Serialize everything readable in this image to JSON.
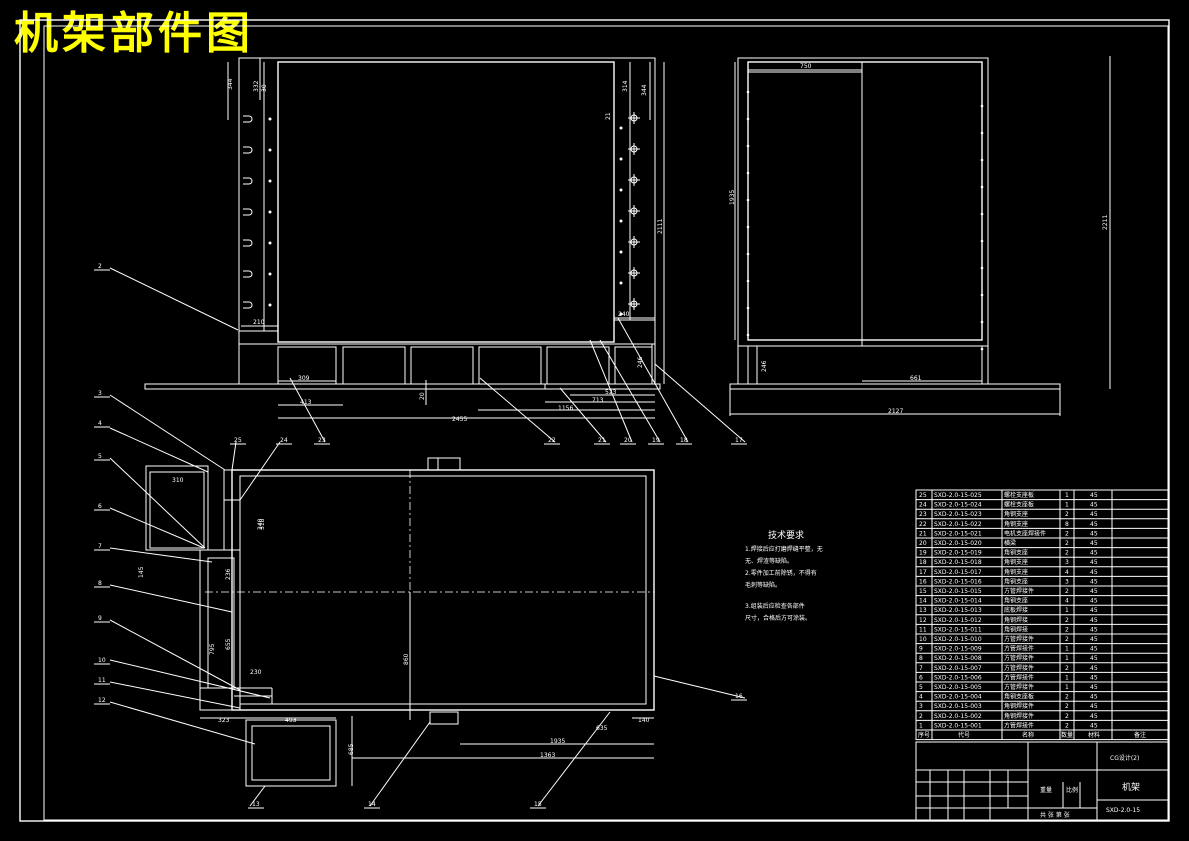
{
  "drawing_title": "机架部件图",
  "tech_requirements": {
    "heading": "技术要求",
    "lines": [
      "1.焊接后应打磨焊缝平整，无",
      "无、焊渣等缺陷。",
      "2.零件加工前除锈，不得有",
      "毛刺等缺陷。",
      "3.组装后应检查各部件",
      "尺寸，合格后方可涂装。"
    ]
  },
  "front_dims": {
    "d344a": "344",
    "d332": "332",
    "d30": "30",
    "d210": "210",
    "d309": "309",
    "d413": "413",
    "d2455": "2455",
    "d20": "20",
    "d1156": "1156",
    "d713": "713",
    "d523": "523",
    "d344b": "344",
    "d314": "314",
    "d21": "21",
    "d2111": "2111",
    "d240": "240",
    "d246": "246"
  },
  "side_dims": {
    "d750": "750",
    "d1935": "1935",
    "d2211": "2211",
    "d246": "246",
    "d661": "661",
    "d2127": "2127"
  },
  "plan_dims": {
    "d310": "310",
    "d145": "145",
    "d236": "236",
    "d240": "240",
    "d655": "655",
    "d795": "795",
    "d230": "230",
    "d860": "860",
    "d323": "323",
    "d493": "493",
    "d1935": "1935",
    "d635": "635",
    "d140": "140",
    "d1363": "1363",
    "d685": "685",
    "d318": "318"
  },
  "callouts": [
    "2",
    "3",
    "4",
    "5",
    "6",
    "7",
    "8",
    "9",
    "10",
    "11",
    "12",
    "13",
    "14",
    "15",
    "16",
    "17",
    "18",
    "19",
    "20",
    "21",
    "22",
    "23",
    "24",
    "25"
  ],
  "bom": [
    {
      "no": "25",
      "code": "SXD-2.0-15-025",
      "name": "螺栓支座板",
      "qty": "1",
      "mat": "45"
    },
    {
      "no": "24",
      "code": "SXD-2.0-15-024",
      "name": "螺栓支座板",
      "qty": "1",
      "mat": "45"
    },
    {
      "no": "23",
      "code": "SXD-2.0-15-023",
      "name": "角钢支座",
      "qty": "2",
      "mat": "45"
    },
    {
      "no": "22",
      "code": "SXD-2.0-15-022",
      "name": "角钢支座",
      "qty": "8",
      "mat": "45"
    },
    {
      "no": "21",
      "code": "SXD-2.0-15-021",
      "name": "电机支座焊接件",
      "qty": "2",
      "mat": "45"
    },
    {
      "no": "20",
      "code": "SXD-2.0-15-020",
      "name": "横梁",
      "qty": "2",
      "mat": "45"
    },
    {
      "no": "19",
      "code": "SXD-2.0-15-019",
      "name": "角钢支座",
      "qty": "2",
      "mat": "45"
    },
    {
      "no": "18",
      "code": "SXD-2.0-15-018",
      "name": "角钢支座",
      "qty": "3",
      "mat": "45"
    },
    {
      "no": "17",
      "code": "SXD-2.0-15-017",
      "name": "角钢支座",
      "qty": "4",
      "mat": "45"
    },
    {
      "no": "16",
      "code": "SXD-2.0-15-016",
      "name": "角钢支座",
      "qty": "3",
      "mat": "45"
    },
    {
      "no": "15",
      "code": "SXD-2.0-15-015",
      "name": "方管焊接件",
      "qty": "2",
      "mat": "45"
    },
    {
      "no": "14",
      "code": "SXD-2.0-15-014",
      "name": "角钢支座",
      "qty": "4",
      "mat": "45"
    },
    {
      "no": "13",
      "code": "SXD-2.0-15-013",
      "name": "底板焊接",
      "qty": "1",
      "mat": "45"
    },
    {
      "no": "12",
      "code": "SXD-2.0-15-012",
      "name": "角钢焊接",
      "qty": "2",
      "mat": "45"
    },
    {
      "no": "11",
      "code": "SXD-2.0-15-011",
      "name": "角钢焊接",
      "qty": "2",
      "mat": "45"
    },
    {
      "no": "10",
      "code": "SXD-2.0-15-010",
      "name": "方管焊接件",
      "qty": "2",
      "mat": "45"
    },
    {
      "no": "9",
      "code": "SXD-2.0-15-009",
      "name": "方管焊接件",
      "qty": "1",
      "mat": "45"
    },
    {
      "no": "8",
      "code": "SXD-2.0-15-008",
      "name": "方管焊接件",
      "qty": "1",
      "mat": "45"
    },
    {
      "no": "7",
      "code": "SXD-2.0-15-007",
      "name": "方管焊接件",
      "qty": "2",
      "mat": "45"
    },
    {
      "no": "6",
      "code": "SXD-2.0-15-006",
      "name": "方管焊接件",
      "qty": "1",
      "mat": "45"
    },
    {
      "no": "5",
      "code": "SXD-2.0-15-005",
      "name": "方管焊接件",
      "qty": "1",
      "mat": "45"
    },
    {
      "no": "4",
      "code": "SXD-2.0-15-004",
      "name": "角钢支座板",
      "qty": "2",
      "mat": "45"
    },
    {
      "no": "3",
      "code": "SXD-2.0-15-003",
      "name": "角钢焊接件",
      "qty": "2",
      "mat": "45"
    },
    {
      "no": "2",
      "code": "SXD-2.0-15-002",
      "name": "角钢焊接件",
      "qty": "2",
      "mat": "45"
    },
    {
      "no": "1",
      "code": "SXD-2.0-15-001",
      "name": "方管焊接件",
      "qty": "2",
      "mat": "45"
    }
  ],
  "bom_header": {
    "no": "序号",
    "code": "代号",
    "name": "名称",
    "qty": "数量",
    "mat": "材料",
    "note": "备注"
  },
  "title_block": {
    "project": "CG设计(2)",
    "part_name": "机架",
    "drawing_no": "SXD-2.0-15",
    "scale": "比例",
    "weight": "重量",
    "sheet": "共 张 第 张"
  }
}
